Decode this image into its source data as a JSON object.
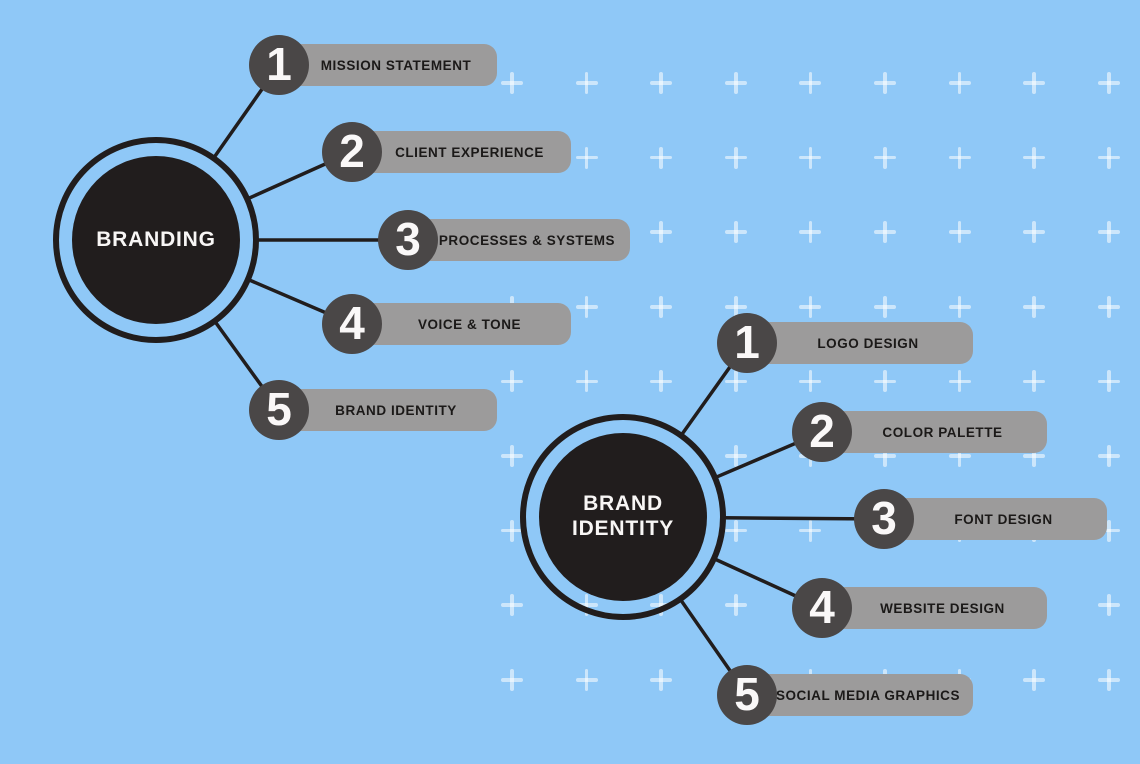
{
  "colors": {
    "background": "#8FC8F7",
    "plus_mark": "rgba(255,255,255,0.55)",
    "dark": "#211D1D",
    "hub_text": "#F8F6F5",
    "bar_fill": "#9C9B9B",
    "bar_text": "#1B1918",
    "number_circle": "#4A4747",
    "number_text": "#FAF8F8"
  },
  "maps": [
    {
      "id": "branding",
      "title": "BRANDING",
      "items": [
        {
          "number": "1",
          "label": "MISSION STATEMENT"
        },
        {
          "number": "2",
          "label": "CLIENT EXPERIENCE"
        },
        {
          "number": "3",
          "label": "PROCESSES & SYSTEMS"
        },
        {
          "number": "4",
          "label": "VOICE & TONE"
        },
        {
          "number": "5",
          "label": "BRAND IDENTITY"
        }
      ]
    },
    {
      "id": "brand-identity",
      "title": "BRAND IDENTITY",
      "items": [
        {
          "number": "1",
          "label": "LOGO DESIGN"
        },
        {
          "number": "2",
          "label": "COLOR PALETTE"
        },
        {
          "number": "3",
          "label": "FONT DESIGN"
        },
        {
          "number": "4",
          "label": "WEBSITE DESIGN"
        },
        {
          "number": "5",
          "label": "SOCIAL MEDIA GRAPHICS"
        }
      ]
    }
  ]
}
